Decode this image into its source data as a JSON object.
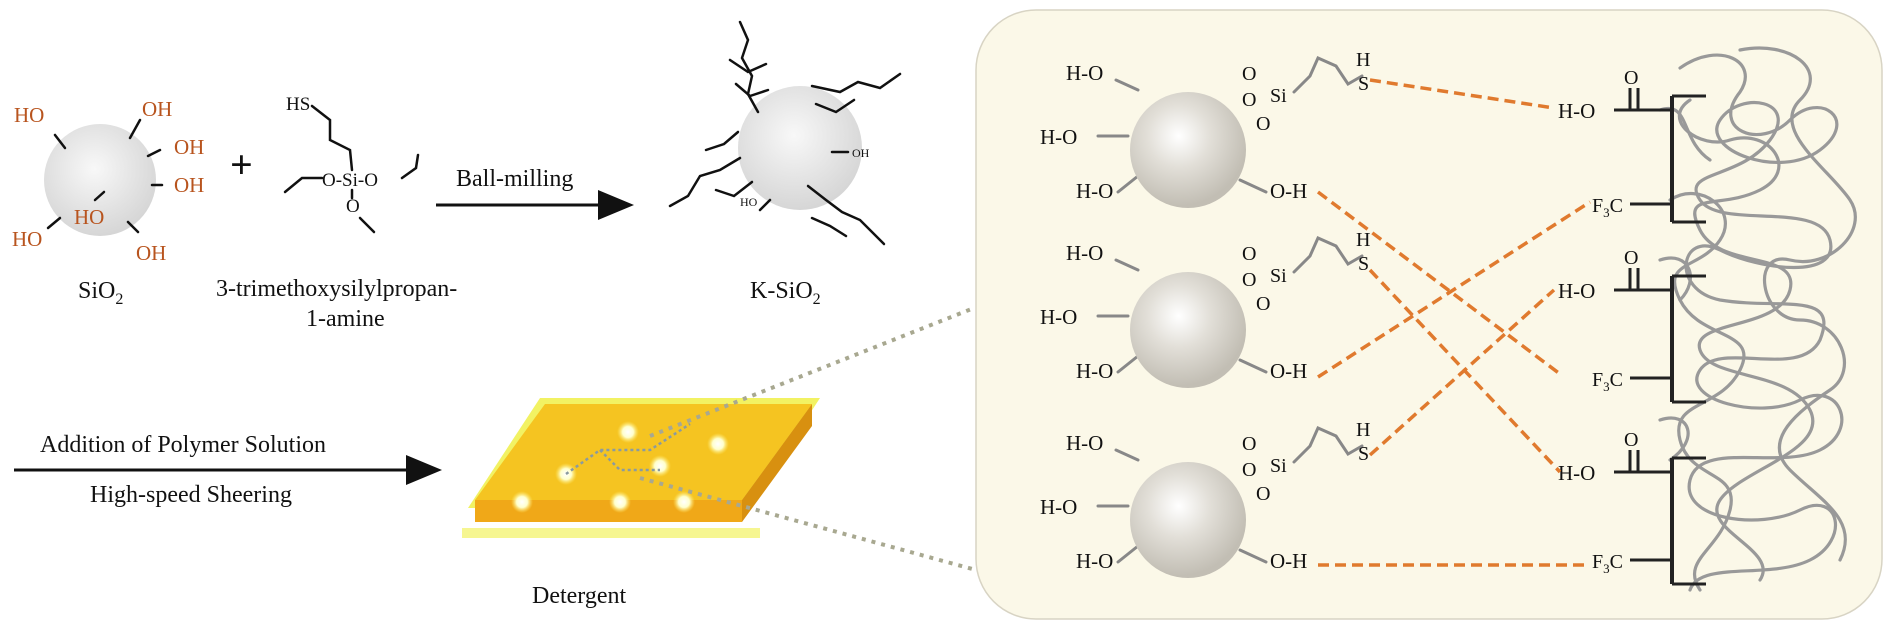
{
  "colors": {
    "accent_orange": "#e07a2e",
    "hydroxyl_red": "#b8541e",
    "panel_bg": "#fbf8e8",
    "particle": "#cfcbc2",
    "polymer": "#999999",
    "dotted_leader": "#a8a890",
    "detergent_slab": "#f5c421"
  },
  "left": {
    "sio2": {
      "label": "SiO",
      "label_sub": "2",
      "hydroxyls": [
        "HO",
        "OH",
        "OH",
        "OH",
        "HO",
        "HO",
        "OH"
      ]
    },
    "plus": "+",
    "reagent": {
      "name_line1": "3-trimethoxysilylpropan-",
      "name_line2": "1-amine",
      "atoms": [
        "HS",
        "O-Si-O",
        "O"
      ]
    },
    "arrow1_label": "Ball-milling",
    "ksio2": {
      "label": "K-SiO",
      "label_sub": "2",
      "hydroxyls": [
        "OH",
        "HO"
      ]
    },
    "arrow2_top": "Addition of Polymer Solution",
    "arrow2_bottom": "High-speed Sheering",
    "detergent_label": "Detergent"
  },
  "panel": {
    "particles": [
      {
        "ho": [
          "H-O",
          "H-O",
          "H-O"
        ],
        "oh": "O-H",
        "o": [
          "O",
          "O",
          "O"
        ],
        "si": "Si",
        "h": "H",
        "s": "S"
      },
      {
        "ho": [
          "H-O",
          "H-O",
          "H-O"
        ],
        "oh": "O-H",
        "o": [
          "O",
          "O",
          "O"
        ],
        "si": "Si",
        "h": "H",
        "s": "S"
      },
      {
        "ho": [
          "H-O",
          "H-O",
          "H-O"
        ],
        "oh": "O-H",
        "o": [
          "O",
          "O",
          "O"
        ],
        "si": "Si",
        "h": "H",
        "s": "S"
      }
    ],
    "polymer_groups": [
      {
        "carbonyl_o": "O",
        "hydroxyl": "H-O",
        "cf3": "F",
        "cf3_sub": "3",
        "cf3_tail": "C"
      },
      {
        "carbonyl_o": "O",
        "hydroxyl": "H-O",
        "cf3": "F",
        "cf3_sub": "3",
        "cf3_tail": "C"
      },
      {
        "carbonyl_o": "O",
        "hydroxyl": "H-O",
        "cf3": "F",
        "cf3_sub": "3",
        "cf3_tail": "C"
      }
    ]
  }
}
